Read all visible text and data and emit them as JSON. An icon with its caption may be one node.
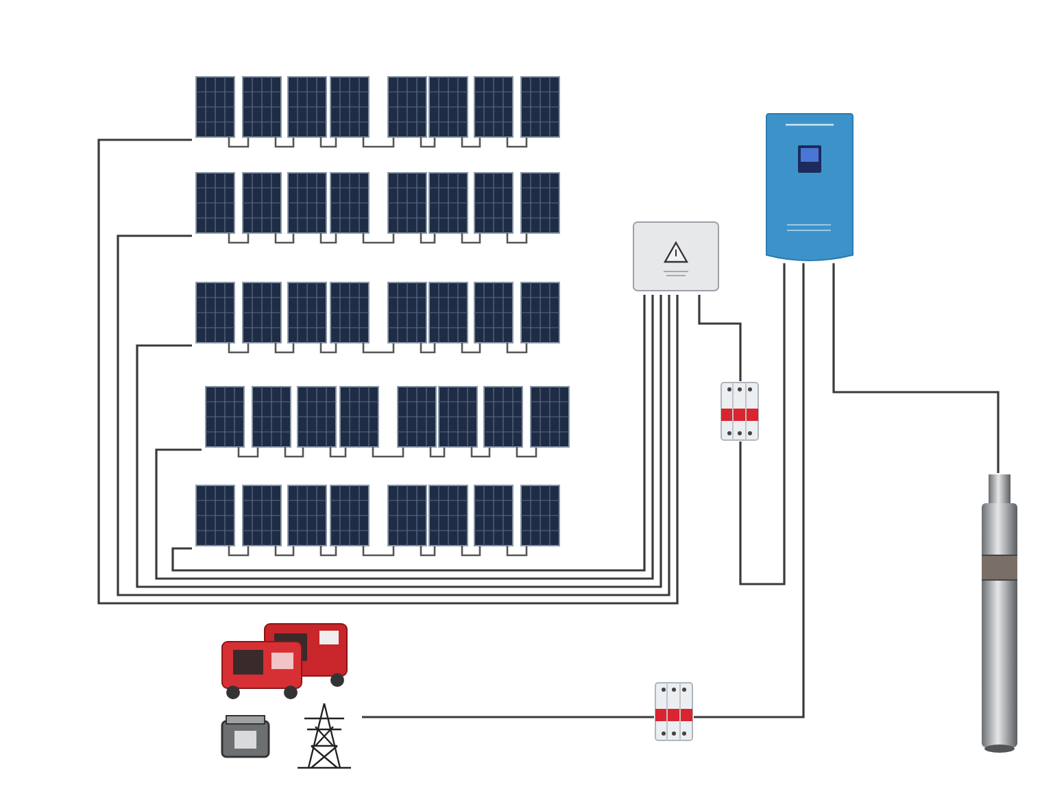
{
  "diagram": {
    "nodes": [
      {
        "text": [],
        "shape": "picture"
      },
      {
        "text": [],
        "shape": "picture"
      },
      {
        "text": [],
        "shape": "picture"
      },
      {
        "text": [],
        "shape": "picture"
      },
      {
        "text": [],
        "shape": "picture"
      },
      {
        "text": [],
        "shape": "picture"
      },
      {
        "text": [],
        "shape": "picture"
      },
      {
        "text": [],
        "shape": "picture"
      },
      {
        "text": [],
        "shape": "picture"
      },
      {
        "text": [],
        "shape": "picture"
      },
      {
        "text": [],
        "shape": "picture"
      },
      {
        "text": [],
        "shape": "picture"
      },
      {
        "text": [],
        "shape": "picture"
      }
    ],
    "edges": [
      {
        "from": 0,
        "to": 5,
        "arrow": "none"
      },
      {
        "from": 1,
        "to": 5,
        "arrow": "none"
      },
      {
        "from": 2,
        "to": 5,
        "arrow": "none"
      },
      {
        "from": 3,
        "to": 5,
        "arrow": "none"
      },
      {
        "from": 4,
        "to": 5,
        "arrow": "none"
      },
      {
        "from": 5,
        "to": 7,
        "arrow": "none"
      },
      {
        "from": 7,
        "to": 6,
        "arrow": "none"
      },
      {
        "from": 6,
        "to": 8,
        "arrow": "none"
      },
      {
        "from": 11,
        "to": 12,
        "arrow": "none"
      },
      {
        "from": 12,
        "to": 6,
        "arrow": "none"
      }
    ]
  }
}
